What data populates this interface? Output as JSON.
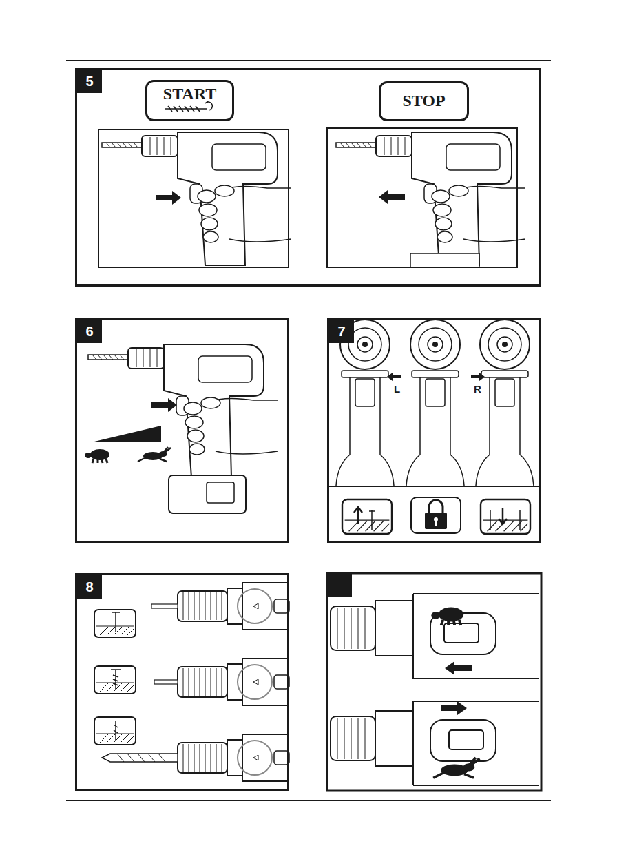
{
  "diagram": {
    "nodes": [
      {
        "text": [
          "5"
        ]
      },
      {
        "text": [
          "START"
        ],
        "in": 0
      },
      {
        "text": [
          "STOP"
        ],
        "in": 0
      },
      {
        "text": [
          "6"
        ]
      },
      {
        "text": [
          "7"
        ]
      },
      {
        "text": [
          "8"
        ]
      }
    ],
    "labels": [
      "L",
      "R"
    ]
  }
}
